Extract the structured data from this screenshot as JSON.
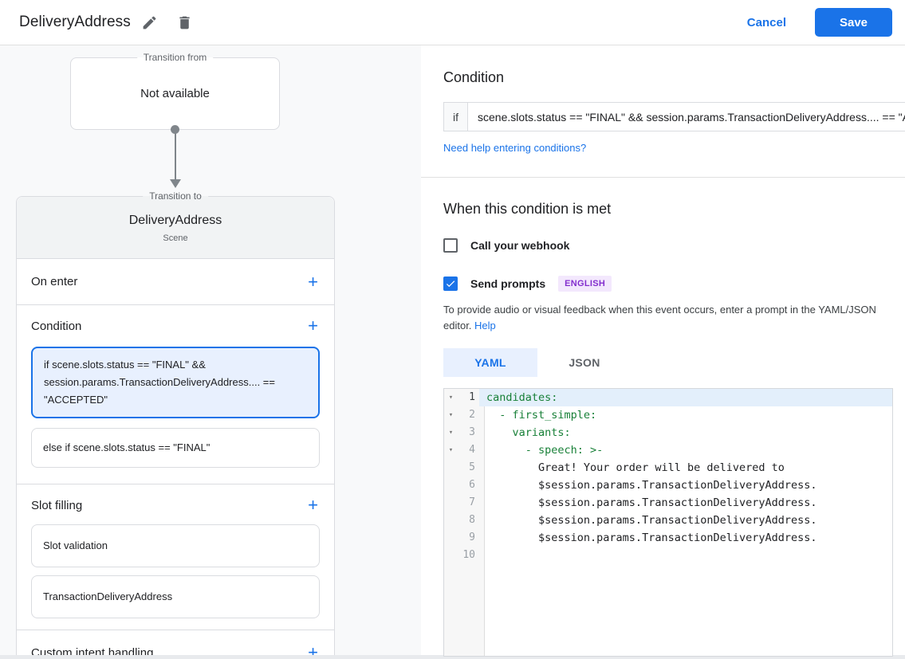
{
  "colors": {
    "accent": "#1a73e8",
    "code_key_green": "#188038",
    "badge_purple": "#8430ce",
    "panel_gray": "#f8f9fa",
    "selected_card_bg": "#e8f0fe"
  },
  "header": {
    "title": "DeliveryAddress",
    "edit_icon": "pencil-icon",
    "delete_icon": "trash-icon",
    "cancel_label": "Cancel",
    "save_label": "Save"
  },
  "flow": {
    "transition_from": {
      "label": "Transition from",
      "value": "Not available"
    },
    "transition_to": {
      "label": "Transition to",
      "title": "DeliveryAddress",
      "subtitle": "Scene"
    },
    "on_enter_label": "On enter",
    "condition_label": "Condition",
    "condition_cards": [
      {
        "text": "if scene.slots.status == \"FINAL\" && session.params.TransactionDeliveryAddress.... == \"ACCEPTED\"",
        "selected": true
      },
      {
        "text": "else if scene.slots.status == \"FINAL\"",
        "selected": false
      }
    ],
    "slot_filling_label": "Slot filling",
    "slot_cards": [
      "Slot validation",
      "TransactionDeliveryAddress"
    ],
    "custom_intent_label": "Custom intent handling"
  },
  "condition_panel": {
    "heading": "Condition",
    "if_label": "if",
    "if_value": "scene.slots.status == \"FINAL\" && session.params.TransactionDeliveryAddress.... == \"ACCEPTED\"",
    "help_link": "Need help entering conditions?"
  },
  "met_section": {
    "heading": "When this condition is met",
    "webhook": {
      "label": "Call your webhook",
      "checked": false
    },
    "prompts": {
      "label": "Send prompts",
      "checked": true,
      "badge": "ENGLISH"
    },
    "description": "To provide audio or visual feedback when this event occurs, enter a prompt in the YAML/JSON editor.",
    "help_label": "Help"
  },
  "editor": {
    "tabs": [
      {
        "label": "YAML",
        "active": true
      },
      {
        "label": "JSON",
        "active": false
      }
    ],
    "lines": [
      {
        "n": 1,
        "fold": true,
        "type": "key",
        "highlight": true,
        "text": "candidates:"
      },
      {
        "n": 2,
        "fold": true,
        "type": "key",
        "highlight": false,
        "text": "  - first_simple:"
      },
      {
        "n": 3,
        "fold": true,
        "type": "key",
        "highlight": false,
        "text": "    variants:"
      },
      {
        "n": 4,
        "fold": true,
        "type": "key",
        "highlight": false,
        "text": "      - speech: >-"
      },
      {
        "n": 5,
        "fold": false,
        "type": "plain",
        "highlight": false,
        "text": "        Great! Your order will be delivered to"
      },
      {
        "n": 6,
        "fold": false,
        "type": "plain",
        "highlight": false,
        "text": "        $session.params.TransactionDeliveryAddress."
      },
      {
        "n": 7,
        "fold": false,
        "type": "plain",
        "highlight": false,
        "text": "        $session.params.TransactionDeliveryAddress."
      },
      {
        "n": 8,
        "fold": false,
        "type": "plain",
        "highlight": false,
        "text": "        $session.params.TransactionDeliveryAddress."
      },
      {
        "n": 9,
        "fold": false,
        "type": "plain",
        "highlight": false,
        "text": "        $session.params.TransactionDeliveryAddress."
      },
      {
        "n": 10,
        "fold": false,
        "type": "plain",
        "highlight": false,
        "text": ""
      }
    ]
  }
}
